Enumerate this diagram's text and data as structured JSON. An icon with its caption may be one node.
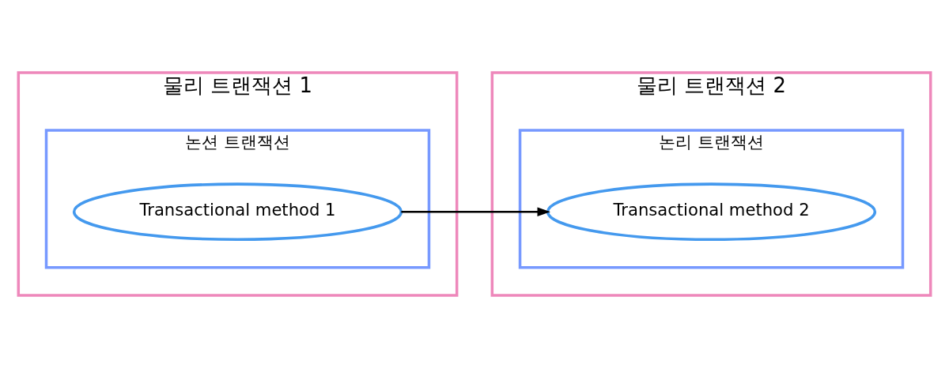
{
  "diagram": {
    "nodes": [
      {
        "text": [
          "물리 트랜잭션 1"
        ]
      },
      {
        "text": [
          "논션 트랜잭션"
        ],
        "in": 0
      },
      {
        "text": [
          "Transactional method 1"
        ],
        "in": 1
      },
      {
        "text": [
          "물리 트랜잭션 2"
        ]
      },
      {
        "text": [
          "논리 트랜잭션"
        ],
        "in": 3
      },
      {
        "text": [
          "Transactional method 2"
        ],
        "in": 4
      }
    ],
    "edges": [
      {
        "from": 2,
        "to": 5,
        "arrow": "to"
      }
    ]
  }
}
